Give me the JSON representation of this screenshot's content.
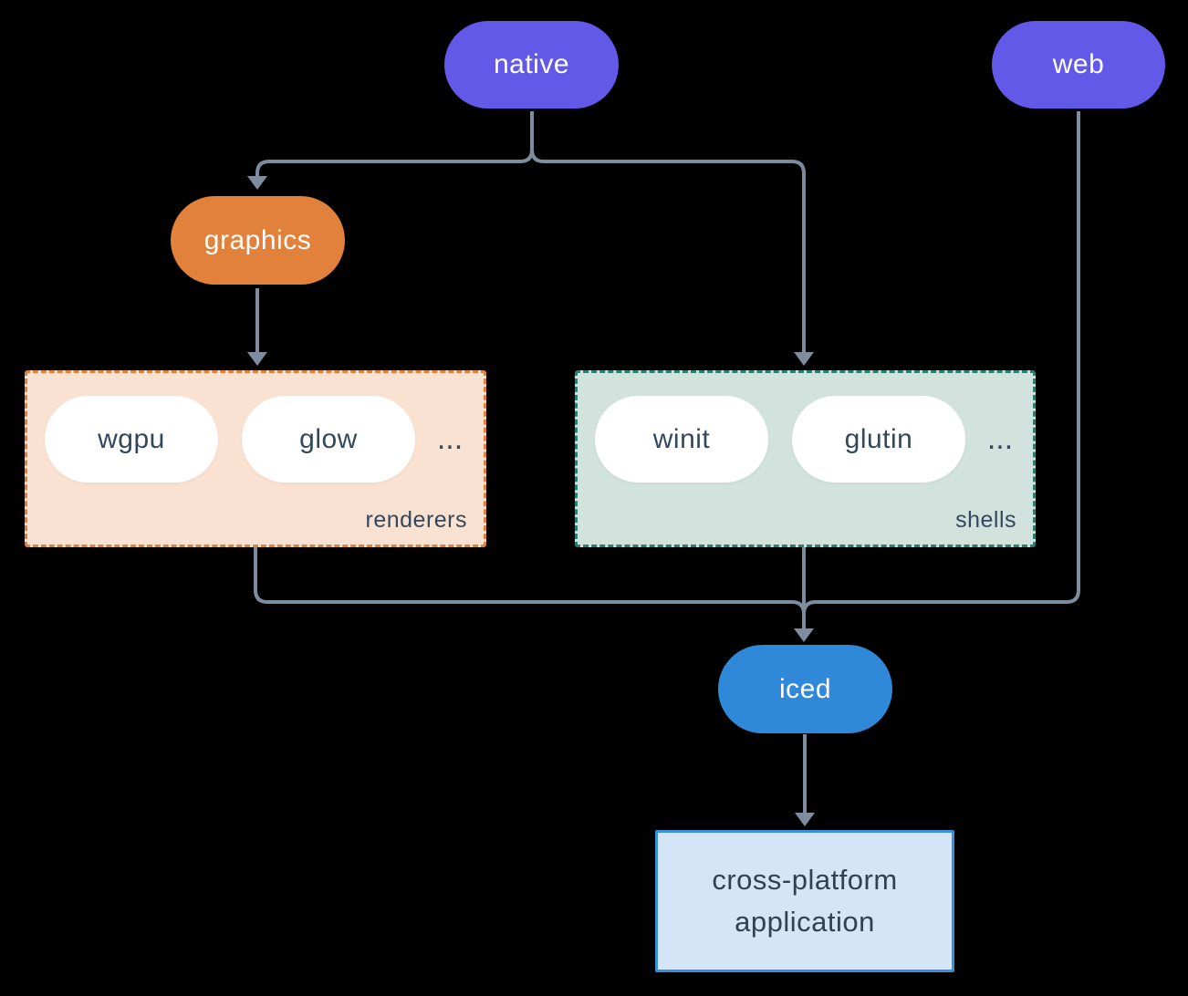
{
  "diagram": {
    "background_color": "#000000",
    "connector_color": "#7d8c9e",
    "item_text_color": "#33485c",
    "nodes": {
      "native": {
        "label": "native",
        "fill": "#6359e9",
        "text_color": "#ffffff"
      },
      "web": {
        "label": "web",
        "fill": "#6359e9",
        "text_color": "#ffffff"
      },
      "graphics": {
        "label": "graphics",
        "fill": "#e1813b",
        "text_color": "#ffffff"
      },
      "iced": {
        "label": "iced",
        "fill": "#2f89d8",
        "text_color": "#ffffff"
      },
      "application": {
        "label": "cross-platform application",
        "line1": "cross-platform",
        "line2": "application",
        "fill": "#d4e5f7",
        "border_color": "#3a8fdd",
        "text_color": "#2f4254"
      }
    },
    "groups": {
      "renderers": {
        "label": "renderers",
        "border_color": "#e1813b",
        "fill": "#f9e2d2",
        "items": [
          {
            "label": "wgpu"
          },
          {
            "label": "glow"
          }
        ],
        "ellipsis": "..."
      },
      "shells": {
        "label": "shells",
        "border_color": "#2a7f70",
        "fill": "#d2e3de",
        "items": [
          {
            "label": "winit"
          },
          {
            "label": "glutin"
          }
        ],
        "ellipsis": "..."
      }
    },
    "edges": [
      {
        "from": "native",
        "to": "graphics"
      },
      {
        "from": "native",
        "to": "shells"
      },
      {
        "from": "graphics",
        "to": "renderers"
      },
      {
        "from": "renderers",
        "to": "iced"
      },
      {
        "from": "shells",
        "to": "iced"
      },
      {
        "from": "web",
        "to": "iced"
      },
      {
        "from": "iced",
        "to": "application"
      }
    ]
  }
}
